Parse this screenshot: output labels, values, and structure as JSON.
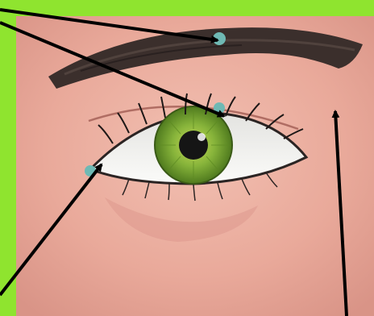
{
  "diagram": {
    "subject": "eye-illustration",
    "colors": {
      "border": "#8fe42f",
      "skin": "#e9a99a",
      "skin_shadow": "#d88c80",
      "eyebrow": "#3b2f2c",
      "iris": "#86b33a",
      "iris_dark": "#4f7a1e",
      "pupil": "#151515",
      "sclera": "#f7f7f5",
      "marker": "#6fb9b4",
      "arrow": "#000000"
    },
    "pointers": [
      {
        "id": "eyebrow-pointer",
        "target": "eyebrow"
      },
      {
        "id": "eyelash-pointer",
        "target": "eyelashes"
      },
      {
        "id": "eyelid-pointer",
        "target": "eyelid"
      },
      {
        "id": "tear-duct-pointer",
        "target": "tear-duct"
      }
    ]
  }
}
